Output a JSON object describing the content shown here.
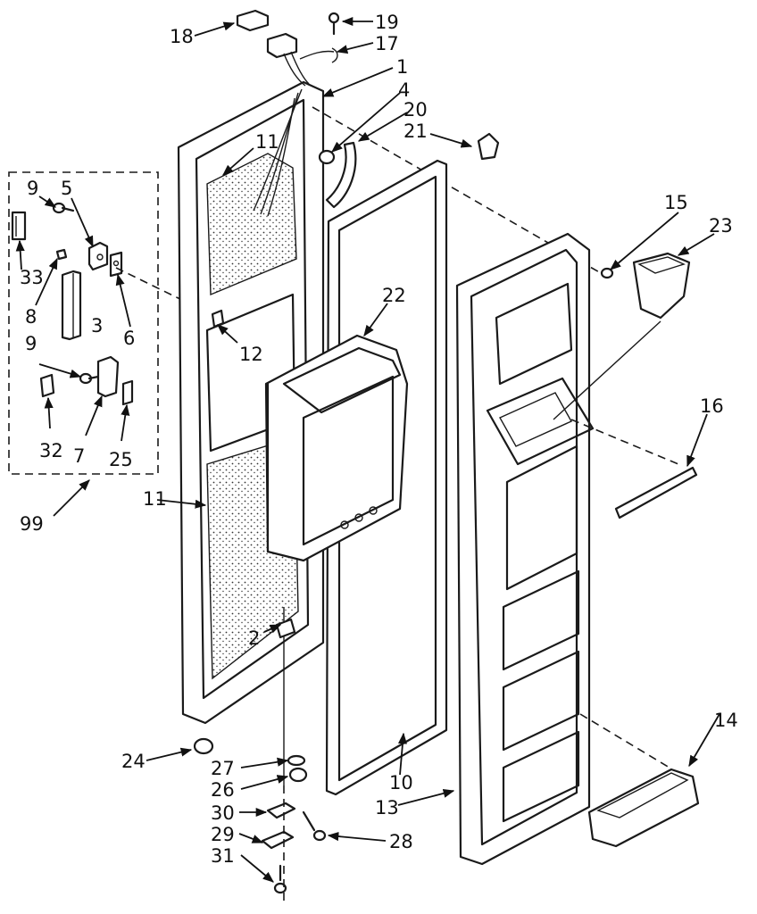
{
  "callouts": [
    {
      "id": "18",
      "text": "18"
    },
    {
      "id": "19",
      "text": "19"
    },
    {
      "id": "17",
      "text": "17"
    },
    {
      "id": "1",
      "text": "1"
    },
    {
      "id": "4",
      "text": "4"
    },
    {
      "id": "20",
      "text": "20"
    },
    {
      "id": "21",
      "text": "21"
    },
    {
      "id": "11a",
      "text": "11"
    },
    {
      "id": "9a",
      "text": "9"
    },
    {
      "id": "5",
      "text": "5"
    },
    {
      "id": "33",
      "text": "33"
    },
    {
      "id": "8",
      "text": "8"
    },
    {
      "id": "3",
      "text": "3"
    },
    {
      "id": "6",
      "text": "6"
    },
    {
      "id": "9b",
      "text": "9"
    },
    {
      "id": "12",
      "text": "12"
    },
    {
      "id": "22",
      "text": "22"
    },
    {
      "id": "15",
      "text": "15"
    },
    {
      "id": "23",
      "text": "23"
    },
    {
      "id": "32",
      "text": "32"
    },
    {
      "id": "7",
      "text": "7"
    },
    {
      "id": "25",
      "text": "25"
    },
    {
      "id": "16",
      "text": "16"
    },
    {
      "id": "99",
      "text": "99"
    },
    {
      "id": "11b",
      "text": "11"
    },
    {
      "id": "2",
      "text": "2"
    },
    {
      "id": "14",
      "text": "14"
    },
    {
      "id": "24",
      "text": "24"
    },
    {
      "id": "27",
      "text": "27"
    },
    {
      "id": "26",
      "text": "26"
    },
    {
      "id": "10",
      "text": "10"
    },
    {
      "id": "13",
      "text": "13"
    },
    {
      "id": "30",
      "text": "30"
    },
    {
      "id": "29",
      "text": "29"
    },
    {
      "id": "28",
      "text": "28"
    },
    {
      "id": "31",
      "text": "31"
    }
  ],
  "colors": {
    "ink": "#1a1a1a",
    "paper": "#ffffff"
  }
}
